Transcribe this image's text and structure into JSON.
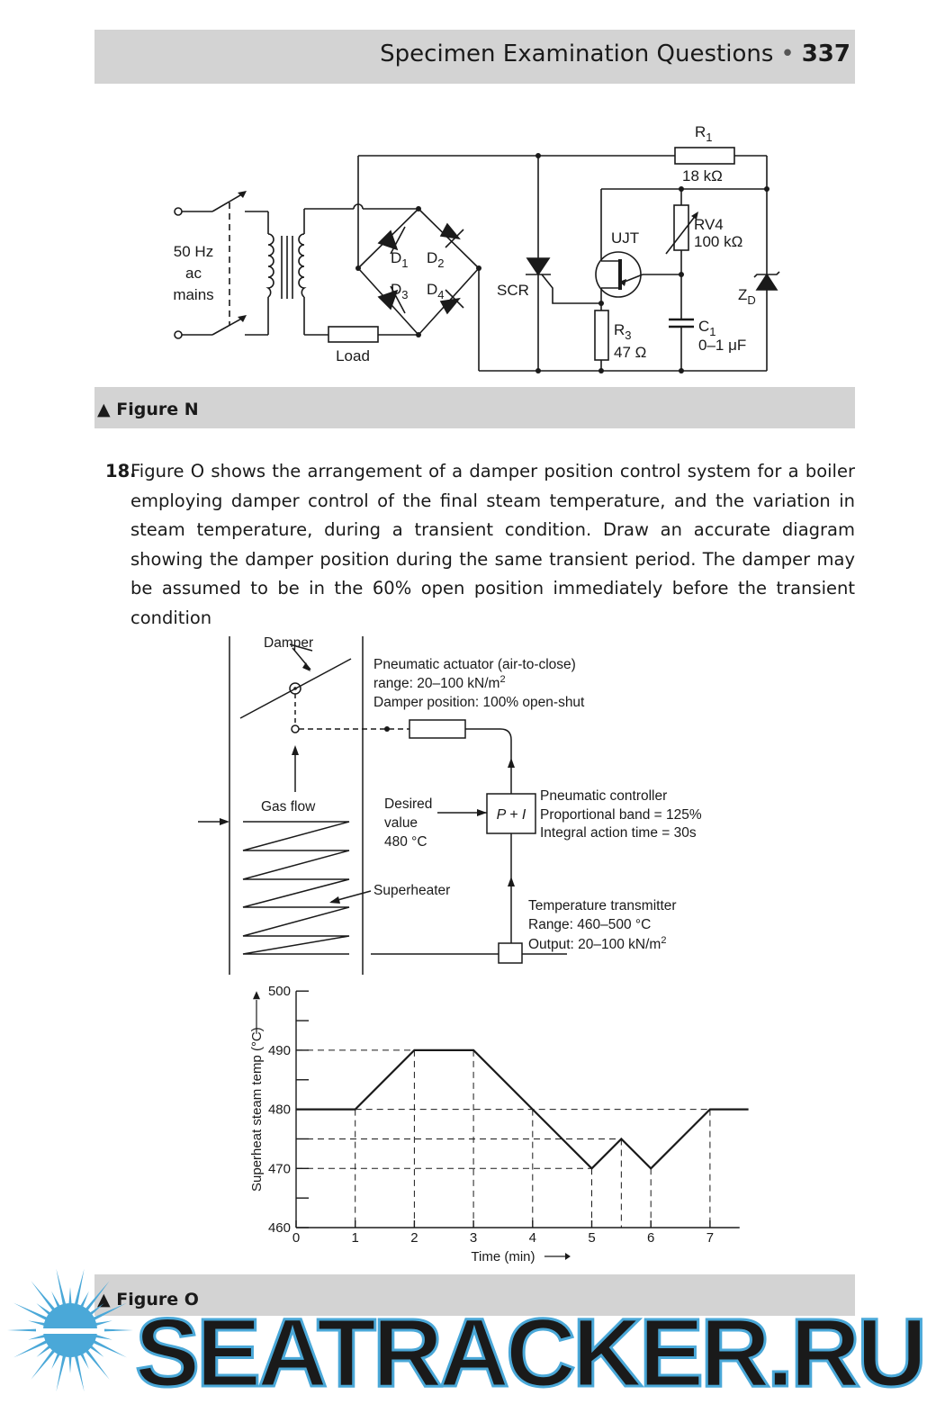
{
  "header": {
    "title": "Specimen Examination Questions",
    "separator": "•",
    "page_number": "337"
  },
  "figure_n": {
    "caption": "▲ Figure N",
    "labels": {
      "supply_line1": "50 Hz",
      "supply_line2": "ac",
      "supply_line3": "mains",
      "load": "Load",
      "d1": "D",
      "d1_sub": "1",
      "d2": "D",
      "d2_sub": "2",
      "d3": "D",
      "d3_sub": "3",
      "d4": "D",
      "d4_sub": "4",
      "scr": "SCR",
      "ujt": "UJT",
      "r1": "R",
      "r1_sub": "1",
      "r1_value": "18 kΩ",
      "rv4": "RV4",
      "rv4_value": "100 kΩ",
      "r3": "R",
      "r3_sub": "3",
      "r3_value": "47 Ω",
      "c1": "C",
      "c1_sub": "1",
      "c1_value": "0–1 μF",
      "zd": "Z",
      "zd_sub": "D"
    }
  },
  "question": {
    "number": "18.",
    "text": "Figure O shows the arrangement of a damper position control system for a boiler employing damper control of the final steam temperature, and the variation in steam temperature, during a transient condition. Draw an accurate diagram showing the damper position during the same transient period. The damper may be assumed to be in the 60% open position immediately before the transient condition"
  },
  "figure_o": {
    "caption": "▲ Figure O",
    "labels": {
      "damper": "Damper",
      "actuator_1": "Pneumatic actuator (air-to-close)",
      "actuator_2": "range: 20–100 kN/m",
      "actuator_2_sup": "2",
      "actuator_3": "Damper position: 100% open-shut",
      "gas_flow": "Gas flow",
      "desired_1": "Desired",
      "desired_2": "value",
      "desired_3": "480 °C",
      "controller_box": "P + I",
      "controller_1": "Pneumatic controller",
      "controller_2": "Proportional band = 125%",
      "controller_3": "Integral action time = 30s",
      "superheater": "Superheater",
      "transmitter_1": "Temperature transmitter",
      "transmitter_2": "Range: 460–500 °C",
      "transmitter_3": "Output: 20–100 kN/m",
      "transmitter_3_sup": "2"
    }
  },
  "chart_data": {
    "type": "line",
    "title": "",
    "xlabel": "Time (min)",
    "ylabel": "Superheat steam temp (°C)",
    "xlim": [
      0,
      7.5
    ],
    "ylim": [
      460,
      500
    ],
    "x_ticks": [
      0,
      1,
      2,
      3,
      4,
      5,
      6,
      7
    ],
    "y_ticks": [
      460,
      470,
      480,
      490,
      500
    ],
    "grid": false,
    "series": [
      {
        "x": [
          0,
          1,
          2,
          3,
          4,
          5,
          5.5,
          6,
          7,
          7.65
        ],
        "y": [
          480,
          480,
          490,
          490,
          480,
          470,
          475,
          470,
          480,
          480
        ]
      }
    ]
  },
  "watermark": {
    "text": "SEATRACKER.RU",
    "color": "#4aa8d8"
  }
}
